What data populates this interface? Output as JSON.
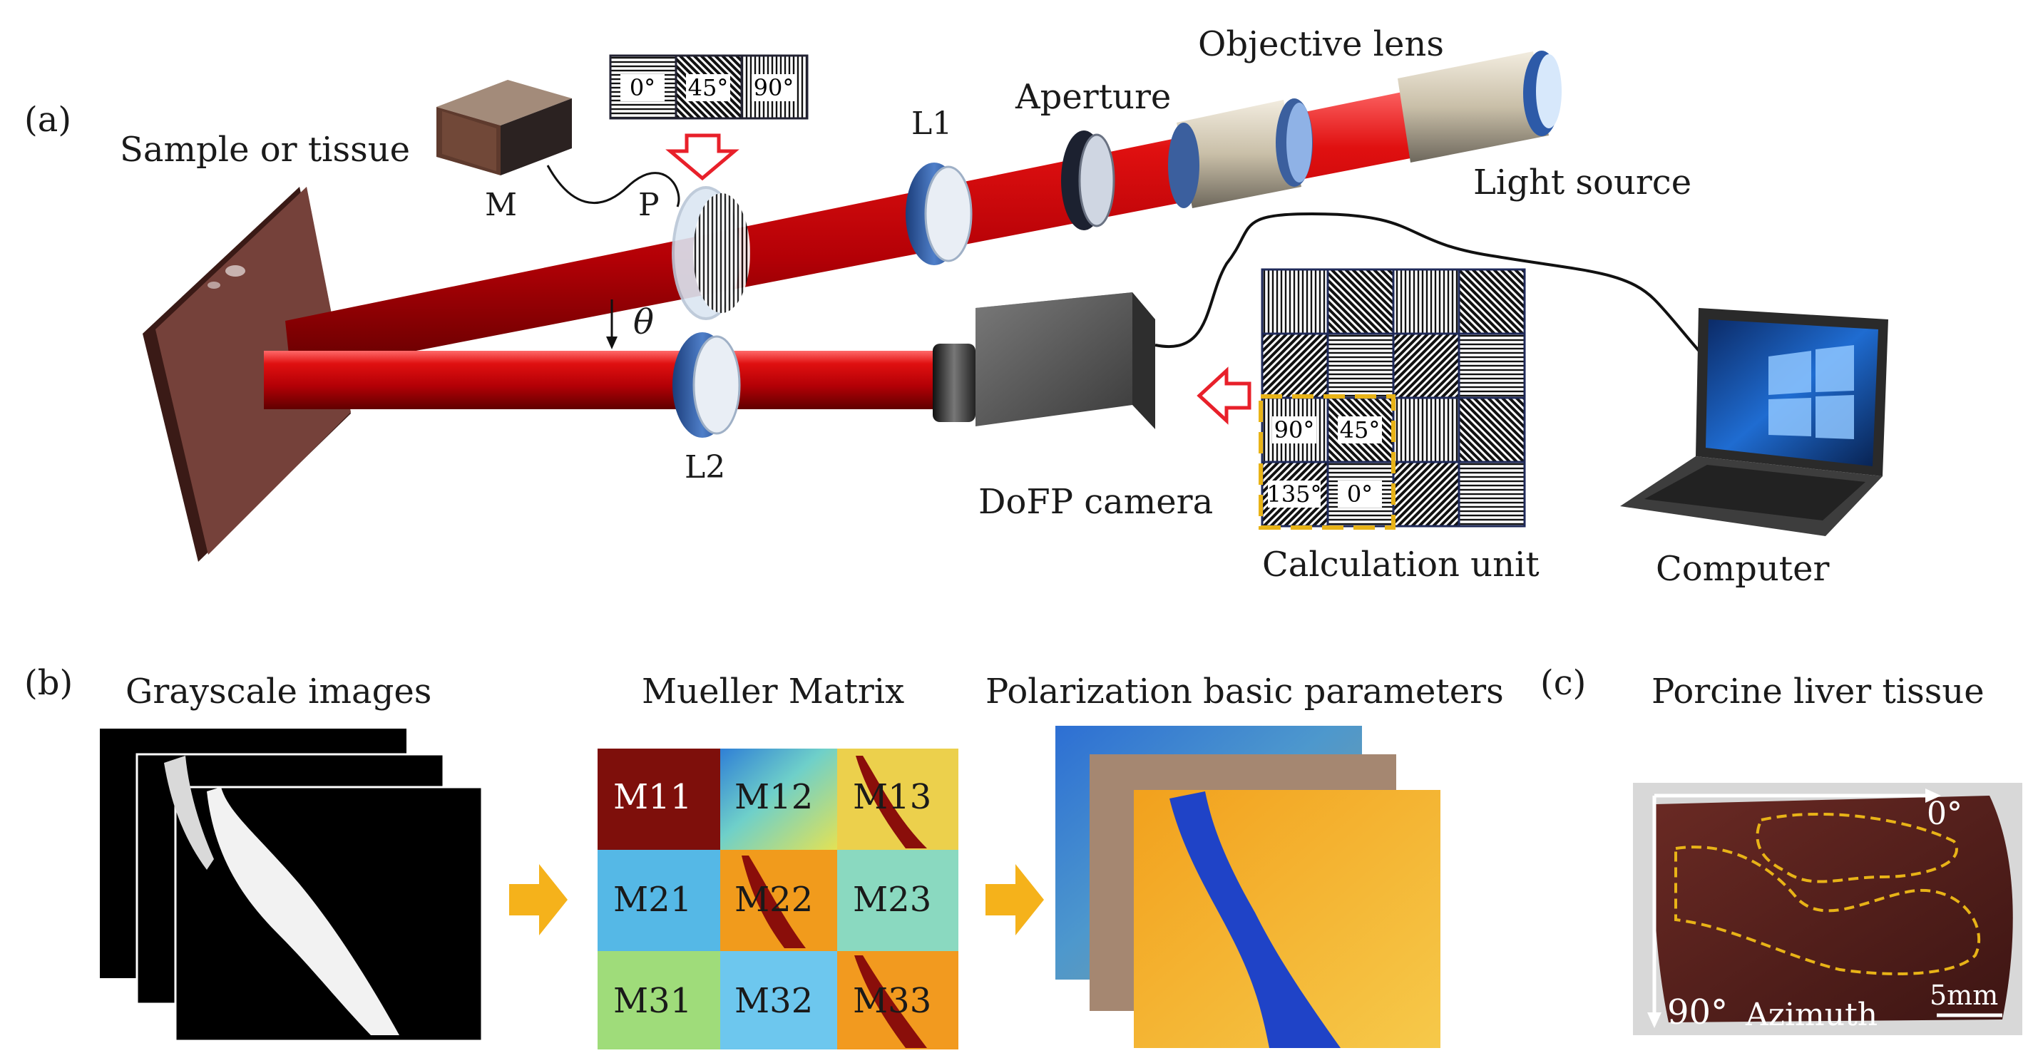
{
  "panel_labels": {
    "a": "(a)",
    "b": "(b)",
    "c": "(c)"
  },
  "panel_a": {
    "sample": "Sample or tissue",
    "m": "M",
    "p": "P",
    "l1": "L1",
    "l2": "L2",
    "aperture": "Aperture",
    "objective": "Objective lens",
    "light_source": "Light source",
    "camera": "DoFP camera",
    "calc_unit": "Calculation unit",
    "computer": "Computer",
    "theta": "θ",
    "polarizer_angles": [
      "0°",
      "45°",
      "90°"
    ],
    "calc_angles": [
      "90°",
      "45°",
      "135°",
      "0°"
    ]
  },
  "panel_b": {
    "grayscale_title": "Grayscale images",
    "mueller_title": "Mueller Matrix",
    "params_title": "Polarization basic parameters",
    "mueller_cells": [
      "M11",
      "M12",
      "M13",
      "M21",
      "M22",
      "M23",
      "M31",
      "M32",
      "M33"
    ]
  },
  "panel_c": {
    "title": "Porcine liver tissue",
    "angle_0": "0°",
    "angle_90": "90°",
    "azimuth": "Azimuth",
    "scale": "5mm"
  },
  "colors": {
    "beam": "#c0070b",
    "arrow_orange": "#f5b21b",
    "arrow_red": "#e8202a",
    "dashed_yellow": "#e8b317",
    "tissue": "#5a2a24",
    "m11": "#7e0f0b"
  }
}
